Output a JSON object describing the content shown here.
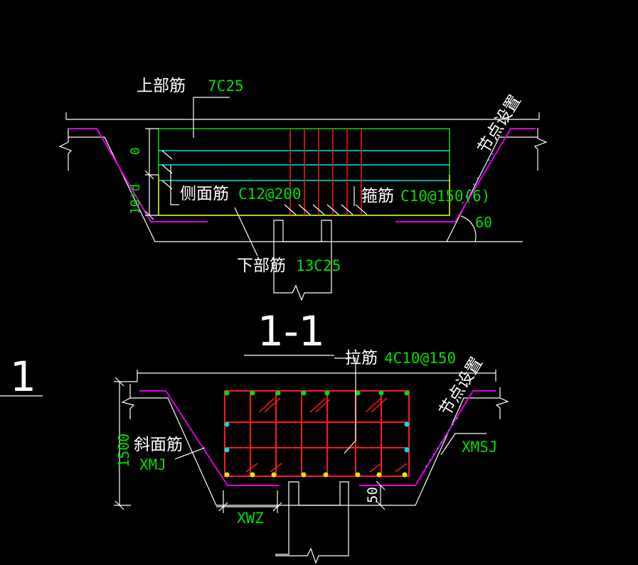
{
  "upper": {
    "top_bar_label": "上部筋",
    "top_bar_value": "7C25",
    "side_bar_label": "侧面筋",
    "side_bar_value": "C12@200",
    "stirrup_label": "箍筋",
    "stirrup_value": "C10@150(6)",
    "bottom_bar_label": "下部筋",
    "bottom_bar_value": "13C25",
    "angle_value": "60",
    "dim_top": "0",
    "dim_anchor": "10*d",
    "node_label": "节点设置"
  },
  "section": {
    "title": "1-1",
    "side_number": "1"
  },
  "lower": {
    "tie_bar_label": "拉筋",
    "tie_bar_value": "4C10@150",
    "node_label": "节点设置",
    "slope_bar_label": "斜面筋",
    "xmj": "XMJ",
    "xmsj": "XMSJ",
    "dim_height": "1500",
    "dim_cover": "50",
    "xwz": "XWZ"
  },
  "colors": {
    "background": "#000000",
    "lines": "#ffffff",
    "slope_bars": "#e000e0",
    "stirrup_box": "#00e000",
    "bars_cyan": "#00e0e0",
    "bars_yellow": "#e8e800",
    "stirrups": "#ff1a1a"
  }
}
